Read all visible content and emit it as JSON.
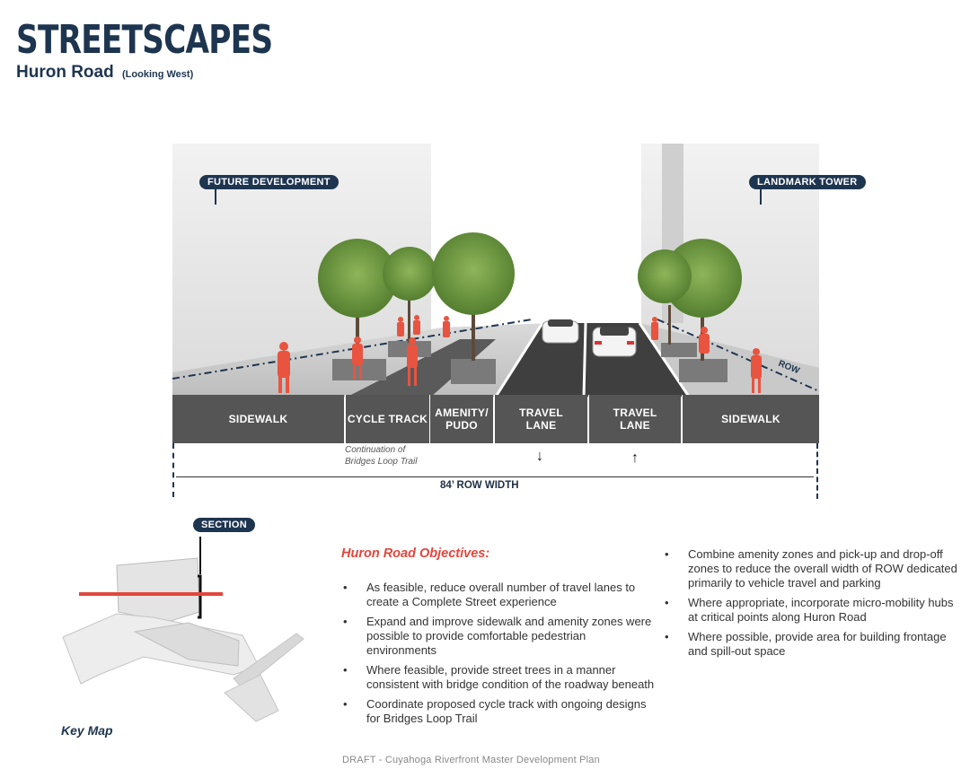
{
  "header": {
    "title": "STREETSCAPES",
    "subtitle": "Huron Road",
    "subtitle_note": "(Looking West)"
  },
  "callouts": {
    "left": "FUTURE DEVELOPMENT",
    "right": "LANDMARK TOWER",
    "row_tag": "ROW",
    "section": "SECTION"
  },
  "section_bar": [
    "SIDEWALK",
    "CYCLE TRACK",
    "AMENITY/ PUDO",
    "TRAVEL LANE",
    "TRAVEL LANE",
    "SIDEWALK"
  ],
  "notes": {
    "cycle_track": "Continuation of Bridges Loop Trail",
    "row_width": "84’ ROW WIDTH"
  },
  "direction_arrows": {
    "lane1": "↓",
    "lane2": "↑"
  },
  "objectives": {
    "heading": "Huron Road Objectives:",
    "left_items": [
      "As feasible, reduce overall number of travel lanes to create a Complete Street experience",
      "Expand and improve sidewalk and amenity zones were possible to provide comfortable pedestrian environments",
      "Where feasible, provide street trees in a manner consistent with bridge condition of the roadway beneath",
      "Coordinate proposed cycle track with ongoing designs for Bridges Loop Trail"
    ],
    "right_items": [
      "Combine amenity zones and pick-up and drop-off zones to reduce the overall width of ROW dedicated primarily to vehicle travel and parking",
      "Where appropriate, incorporate micro-mobility hubs at critical points along Huron Road",
      "Where possible, provide area for building frontage and spill-out space"
    ]
  },
  "key_map_label": "Key Map",
  "footer": "DRAFT - Cuyahoga Riverfront Master Development Plan",
  "colors": {
    "navy": "#1e3550",
    "accent_red": "#e2473d",
    "bar_gray": "#555556",
    "person_red": "#e8543f"
  }
}
